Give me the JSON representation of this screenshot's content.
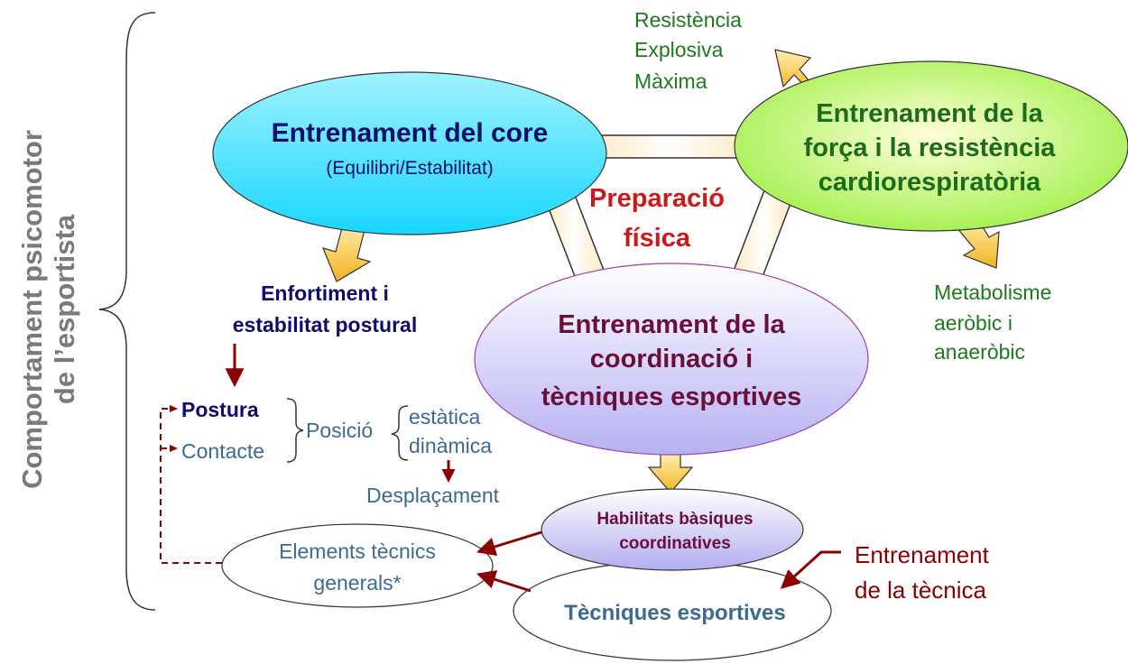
{
  "side_label": {
    "line1": "Comportament psicomotor",
    "line2": "de l’esportista"
  },
  "center_label": {
    "line1": "Preparació",
    "line2": "física"
  },
  "core": {
    "title": "Entrenament del core",
    "subtitle": "(Equilibri/Estabilitat)"
  },
  "strength": {
    "line1": "Entrenament de la",
    "line2": "força i la resistència",
    "line3": "cardiorespiratòria"
  },
  "coordination": {
    "line1": "Entrenament de la",
    "line2": "coordinació i",
    "line3": "tècniques esportives"
  },
  "strength_types": [
    "Resistència",
    "Explosiva",
    "Màxima"
  ],
  "metabolism": {
    "line1": "Metabolisme",
    "line2": "aeròbic i",
    "line3": "anaeròbic"
  },
  "postural": {
    "line1": "Enfortiment i",
    "line2": "estabilitat postural"
  },
  "postura": "Postura",
  "contacte": "Contacte",
  "posicio": "Posició",
  "estatica": "estàtica",
  "dinamica": "dinàmica",
  "desplacament": "Desplaçament",
  "elements": {
    "line1": "Elements tècnics",
    "line2": "generals*"
  },
  "habilitats": {
    "line1": "Habilitats bàsiques",
    "line2": "coordinatives"
  },
  "tecniques": "Tècniques esportives",
  "tecnica_training": {
    "line1": "Entrenament",
    "line2": "de la tècnica"
  },
  "colors": {
    "navy": "#0d0d6b",
    "green": "#1e7a1e",
    "maroon": "#6b0f3a",
    "red": "#cc1a1a",
    "steel": "#3d6a94",
    "darkred": "#8b0000",
    "gray": "#7a7a7a"
  }
}
